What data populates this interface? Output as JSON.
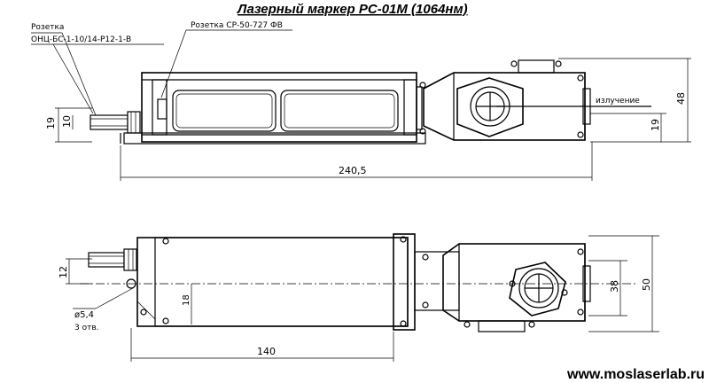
{
  "title": "Лазерный маркер РС-01М (1064нм)",
  "labels": {
    "socket1_caption": "Розетка",
    "socket1_model": "ОНЦ-БС-1-10/14-Р12-1-В",
    "socket2_model": "Розетка  СР-50-727  ФВ",
    "radiation": "излучение",
    "hole_diameter": "ø5,4",
    "hole_count": "3 отв."
  },
  "dimensions": {
    "top_height_left_19": "19",
    "top_height_left_10": "10",
    "top_length": "240,5",
    "top_height_right_19": "19",
    "top_height_right_48": "48",
    "bottom_offset_12": "12",
    "bottom_offset_18": "18",
    "bottom_length": "140",
    "bottom_width_38": "38",
    "bottom_width_50": "50"
  },
  "website": "www.moslaserlab.ru"
}
